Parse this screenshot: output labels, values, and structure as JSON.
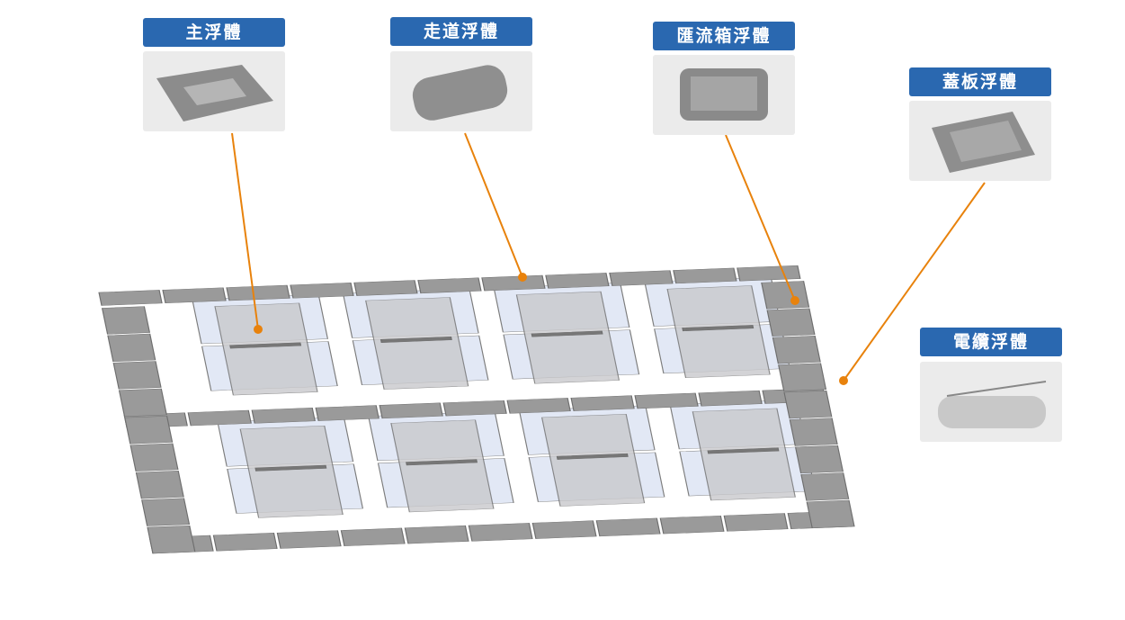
{
  "callouts": [
    {
      "id": "main",
      "label": "主浮體"
    },
    {
      "id": "walkway",
      "label": "走道浮體"
    },
    {
      "id": "combiner",
      "label": "匯流箱浮體"
    },
    {
      "id": "cover",
      "label": "蓋板浮體"
    },
    {
      "id": "cable",
      "label": "電纜浮體"
    }
  ],
  "colors": {
    "label_bg": "#2a68b0",
    "leader": "#e8820c",
    "float": "#9a9a9a",
    "panel": "#dfe6f4"
  }
}
